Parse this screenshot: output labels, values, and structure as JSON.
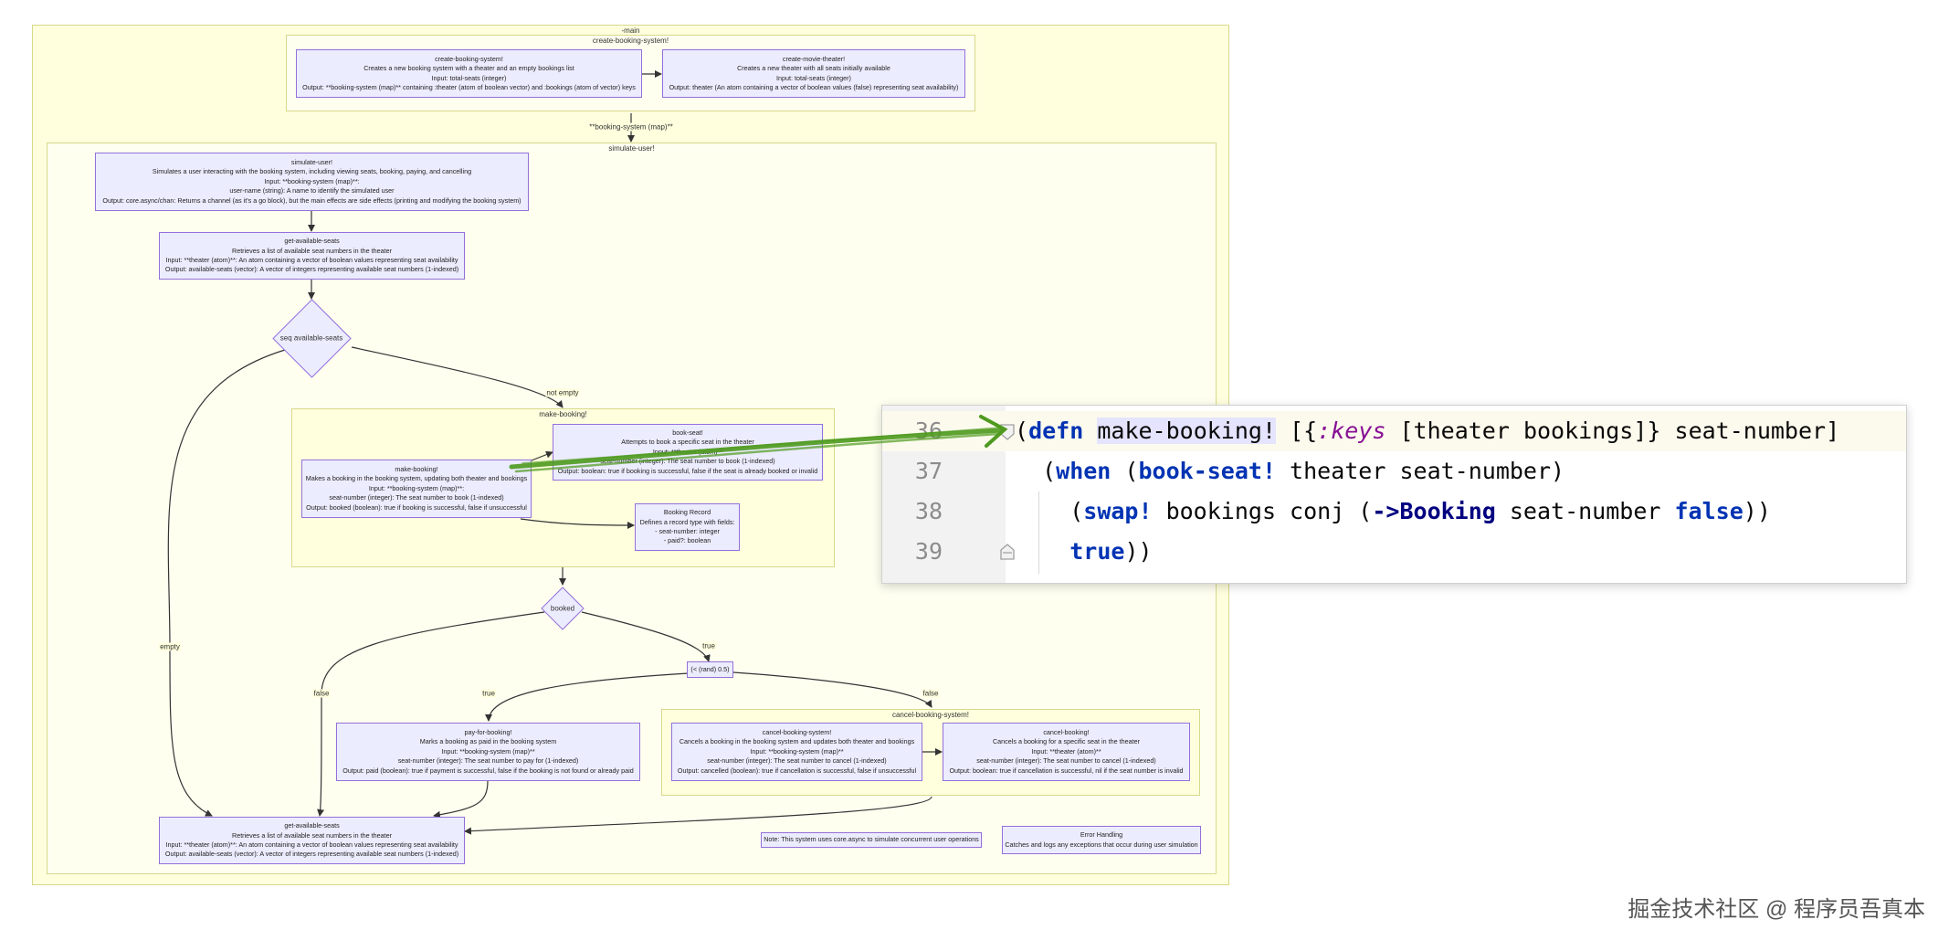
{
  "subgraphs": {
    "main": "-main",
    "create_booking_system": "create-booking-system!",
    "simulate_user": "simulate-user!",
    "make_booking": "make-booking!",
    "cancel_booking_system": "cancel-booking-system!"
  },
  "nodes": {
    "create_booking_system": [
      "create-booking-system!",
      "Creates a new booking system with a theater and an empty bookings list",
      "Input: total-seats (integer)",
      "Output: **booking-system (map)** containing :theater (atom of boolean vector) and :bookings (atom of vector) keys"
    ],
    "create_movie_theater": [
      "create-movie-theater!",
      "Creates a new theater with all seats initially available",
      "Input: total-seats (integer)",
      "Output: theater (An atom containing a vector of boolean values (false) representing seat availability)"
    ],
    "simulate_user": [
      "simulate-user!",
      "Simulates a user interacting with the booking system, including viewing seats, booking, paying, and cancelling",
      "Input: **booking-system (map)**:",
      "user-name (string): A name to identify the simulated user",
      "Output: core.async/chan: Returns a channel (as it's a go block), but the main effects are side effects (printing and modifying the booking system)"
    ],
    "get_available_seats_1": [
      "get-available-seats",
      "Retrieves a list of available seat numbers in the theater",
      "Input: **theater (atom)**: An atom containing a vector of boolean values representing seat availability",
      "Output: available-seats (vector): A vector of integers representing available seat numbers (1-indexed)"
    ],
    "seq_available_seats": "seq available-seats",
    "book_seat": [
      "book-seat!",
      "Attempts to book a specific seat in the theater",
      "Input: **theater (atom)**",
      "seat-number (integer): The seat number to book (1-indexed)",
      "Output: boolean: true if booking is successful, false if the seat is already booked or invalid"
    ],
    "make_booking": [
      "make-booking!",
      "Makes a booking in the booking system, updating both theater and bookings",
      "Input: **booking-system (map)**:",
      "seat-number (integer): The seat number to book (1-indexed)",
      "Output: booked (boolean): true if booking is successful, false if unsuccessful"
    ],
    "booking_record": [
      "Booking Record",
      "Defines a record type with fields:",
      "- seat-number: integer",
      "- paid?: boolean"
    ],
    "booked": "booked",
    "rand": "(< (rand) 0.5)",
    "pay_for_booking": [
      "pay-for-booking!",
      "Marks a booking as paid in the booking system",
      "Input: **booking-system (map)**",
      "seat-number (integer): The seat number to pay for (1-indexed)",
      "Output: paid (boolean): true if payment is successful, false if the booking is not found or already paid"
    ],
    "cancel_booking_system": [
      "cancel-booking-system!",
      "Cancels a booking in the booking system and updates both theater and bookings",
      "Input: **booking-system (map)**",
      "seat-number (integer): The seat number to cancel (1-indexed)",
      "Output: cancelled (boolean): true if cancellation is successful, false if unsuccessful"
    ],
    "cancel_booking": [
      "cancel-booking!",
      "Cancels a booking for a specific seat in the theater",
      "Input: **theater (atom)**",
      "seat-number (integer): The seat number to cancel (1-indexed)",
      "Output: boolean: true if cancellation is successful, nil if the seat number is invalid"
    ],
    "get_available_seats_2": [
      "get-available-seats",
      "Retrieves a list of available seat numbers in the theater",
      "Input: **theater (atom)**: An atom containing a vector of boolean values representing seat availability",
      "Output: available-seats (vector): A vector of integers representing available seat numbers (1-indexed)"
    ],
    "note": [
      "Note: This system uses core.async to simulate concurrent user operations"
    ],
    "error_handling": [
      "Error Handling",
      "Catches and logs any exceptions that occur during user simulation"
    ]
  },
  "edge_labels": {
    "booking_system_map": "**booking-system (map)**",
    "not_empty": "not empty",
    "empty": "empty",
    "false_left": "false",
    "true_booked": "true",
    "true_rand": "true",
    "false_rand": "false"
  },
  "code": {
    "lines": [
      {
        "num": "36",
        "parts": [
          [
            "p",
            "("
          ],
          [
            "kw",
            "defn"
          ],
          [
            "p",
            " "
          ],
          [
            "fnm",
            "make-booking!"
          ],
          [
            "p",
            " [{"
          ],
          [
            "kwd",
            ":keys"
          ],
          [
            "p",
            " [theater bookings]} seat-number]"
          ]
        ]
      },
      {
        "num": "37",
        "parts": [
          [
            "p",
            "  ("
          ],
          [
            "kw",
            "when"
          ],
          [
            "p",
            " ("
          ],
          [
            "kw",
            "book-seat!"
          ],
          [
            "p",
            " theater seat-number)"
          ]
        ]
      },
      {
        "num": "38",
        "parts": [
          [
            "p",
            "    ("
          ],
          [
            "kw",
            "swap!"
          ],
          [
            "p",
            " bookings conj ("
          ],
          [
            "mk",
            "->Booking"
          ],
          [
            "p",
            " seat-number "
          ],
          [
            "kw",
            "false"
          ],
          [
            "p",
            "))"
          ]
        ]
      },
      {
        "num": "39",
        "parts": [
          [
            "p",
            "    "
          ],
          [
            "kw",
            "true"
          ],
          [
            "p",
            "))"
          ]
        ]
      }
    ]
  },
  "watermark": "掘金技术社区 @ 程序员吾真本",
  "colors": {
    "subgraph_fill": "#ffffde",
    "node_fill": "#ececff",
    "node_border": "#9370db",
    "arrow": "#333333",
    "pointer_arrow": "#4e9a1e"
  }
}
